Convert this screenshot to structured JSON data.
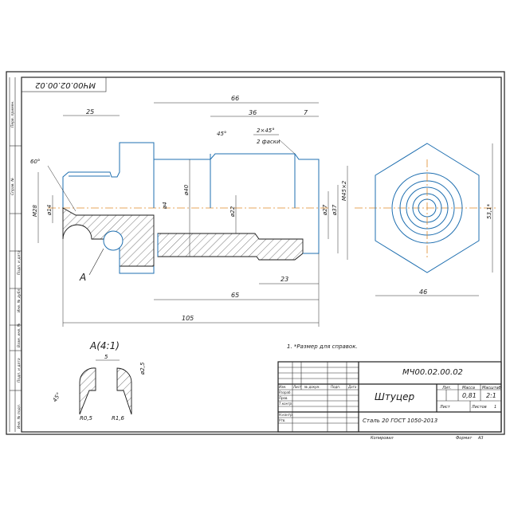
{
  "drawing": {
    "code": "МЧ00.02.00.02",
    "code_mirrored": "МЧ00.02.00.02",
    "title": "Штуцер",
    "material": "Сталь 20 ГОСТ 1050-2013",
    "mass": "0,81",
    "scale": "2:1",
    "sheet_label": "Лист",
    "sheets_label": "Листов",
    "sheets_count": "1",
    "lit_label": "Лит.",
    "mass_label": "Масса",
    "scale_label": "Масштаб",
    "copied_label": "Копировал",
    "format_label": "Формат",
    "format_value": "А3",
    "note": "1. *Размер для справок."
  },
  "title_block": {
    "rows": [
      "Изм.",
      "Лист",
      "№ докум.",
      "Подп.",
      "Дата"
    ],
    "roles": [
      "Разраб.",
      "Пров.",
      "Т.контр.",
      "",
      "Н.контр.",
      "Утв."
    ]
  },
  "side_strip": [
    "Перв. примен.",
    "Справ. №",
    "Подп. и дата",
    "Инв. № дубл.",
    "Взам. инв. №",
    "Подп. и дата",
    "Инв. № подл."
  ],
  "dimensions": {
    "d66": "66",
    "d36": "36",
    "d7": "7",
    "d25": "25",
    "d105": "105",
    "d65": "65",
    "d23": "23",
    "d46": "46",
    "chamfer": "2×45°",
    "chamfer_note": "2 фаски",
    "ang45": "45°",
    "ang60": "60°",
    "m28": "М28",
    "d14": "ø14",
    "d4": "ø4",
    "d40": "ø40",
    "d22": "ø22",
    "d27": "ø27",
    "d37": "ø37",
    "m45": "М45×2",
    "s53": "53,1*",
    "view_a": "А",
    "detail": "А(4:1)",
    "det5": "5",
    "det_d25": "ø2,5",
    "det_ang": "45°",
    "det_r05": "R0,5",
    "det_r16": "R1,6"
  }
}
